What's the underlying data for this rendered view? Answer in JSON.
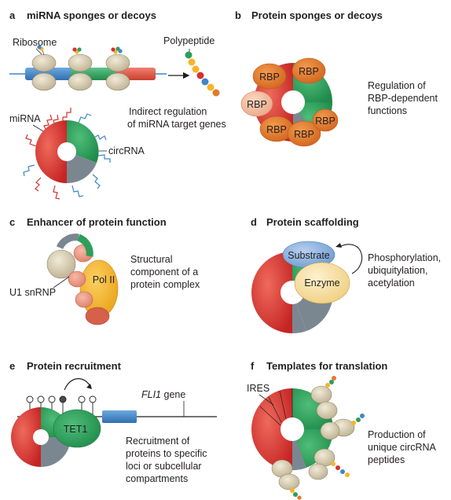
{
  "panels": {
    "a": {
      "letter": "a",
      "title": "miRNA sponges or decoys",
      "ribosome_label": "Ribosome",
      "polypeptide_label": "Polypeptide",
      "desc_lines": [
        "Indirect regulation",
        "of miRNA target genes"
      ],
      "mirna_label": "miRNA",
      "circrna_label": "circRNA"
    },
    "b": {
      "letter": "b",
      "title": "Protein sponges or decoys",
      "rbp_label": "RBP",
      "desc_lines": [
        "Regulation of",
        "RBP-dependent",
        "functions"
      ]
    },
    "c": {
      "letter": "c",
      "title": "Enhancer of protein function",
      "u1_label": "U1 snRNP",
      "pol_label": "Pol II",
      "desc_lines": [
        "Structural",
        "component of a",
        "protein complex"
      ]
    },
    "d": {
      "letter": "d",
      "title": "Protein scaffolding",
      "substrate_label": "Substrate",
      "enzyme_label": "Enzyme",
      "desc_lines": [
        "Phosphorylation,",
        "ubiquitylation,",
        "acetylation"
      ]
    },
    "e": {
      "letter": "e",
      "title": "Protein recruitment",
      "tet1_label": "TET1",
      "gene_name": "FLI1",
      "gene_suffix": " gene",
      "desc_lines": [
        "Recruitment of",
        "proteins to specific",
        "loci or subcellular",
        "compartments"
      ]
    },
    "f": {
      "letter": "f",
      "title": "Templates for translation",
      "ires_label": "IRES",
      "desc_lines": [
        "Production of",
        "unique circRNA",
        "peptides"
      ]
    }
  },
  "colors": {
    "red": "#d6312f",
    "green": "#2e9e5b",
    "grey": "#7b8790",
    "orange": "#e07b2c",
    "ribosome": "#d8cfb4",
    "blue": "#3f86c6",
    "salmon": "#ee9a86",
    "yellow": "#f5b52a",
    "light_blue": "#8fb3dd",
    "cream": "#f7e2a8"
  }
}
